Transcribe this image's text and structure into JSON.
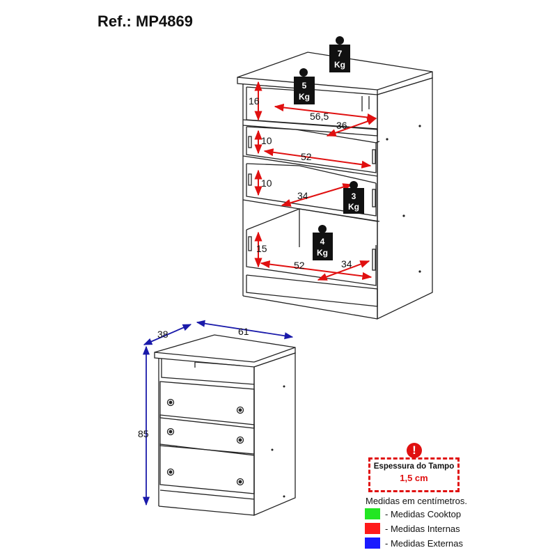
{
  "header": {
    "reference": "Ref.: MP4869"
  },
  "weights": {
    "top": [
      "7",
      "Kg"
    ],
    "niche": [
      "5",
      "Kg"
    ],
    "drawer2": [
      "3",
      "Kg"
    ],
    "drawer3": [
      "4",
      "Kg"
    ]
  },
  "internal": {
    "niche_height": "16",
    "niche_width": "56,5",
    "niche_depth": "36",
    "drawer1_height": "10",
    "drawer1_width": "52",
    "drawer2_height": "10",
    "drawer2_depth": "34",
    "drawer3_height": "15",
    "drawer3_width": "52",
    "drawer3_depth": "34"
  },
  "external": {
    "depth": "38",
    "width": "61",
    "height": "85"
  },
  "notice": {
    "title": "Espessura do Tampo",
    "value": "1,5 cm"
  },
  "legend": {
    "title": "Medidas em centímetros.",
    "items": [
      {
        "label": "- Medidas Cooktop",
        "color": "#22e622"
      },
      {
        "label": "- Medidas Internas",
        "color": "#ff1a1a"
      },
      {
        "label": "- Medidas Externas",
        "color": "#1a1aff"
      }
    ]
  },
  "colors": {
    "internal": "#e01010",
    "external": "#1a1aaa",
    "line": "#222222"
  }
}
